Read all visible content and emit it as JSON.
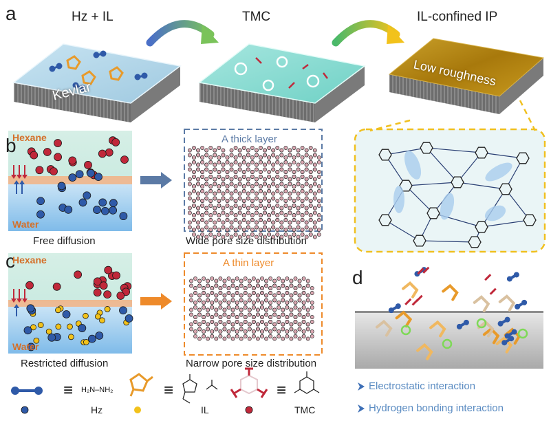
{
  "panels": {
    "a": "a",
    "b": "b",
    "c": "c",
    "d": "d"
  },
  "panel_a": {
    "step_titles": [
      "Hz + IL",
      "TMC",
      "IL-confined IP"
    ],
    "substrate_label": "Kevlar",
    "film_label": "Low roughness"
  },
  "panel_b": {
    "top_phase": "Hexane",
    "bottom_phase": "Water",
    "caption": "Free diffusion",
    "layer_label": "A thick layer",
    "layer_caption": "Wide pore size distribution"
  },
  "panel_c": {
    "top_phase": "Hexane",
    "bottom_phase": "Water",
    "caption": "Restricted diffusion",
    "layer_label": "A thin layer",
    "layer_caption": "Narrow pore size distribution"
  },
  "panel_d": {
    "interactions": [
      "Electrostatic interaction",
      "Hydrogen bonding interaction"
    ]
  },
  "legend": {
    "eq": "≡",
    "hz_formula": "H₂N–NH₂",
    "hz": "Hz",
    "il": "IL",
    "tmc": "TMC"
  },
  "colors": {
    "hz_blue": "#2f5aa8",
    "il_yellow": "#f2c21b",
    "tmc_red": "#c0283a",
    "pore_pink": "#d9a6b0",
    "thick_box": "#5b7aa5",
    "thin_box": "#ee8a2a",
    "film_gold": "#b5860e",
    "hexane_text": "#d4702a",
    "interaction_text": "#5b8cc2"
  }
}
